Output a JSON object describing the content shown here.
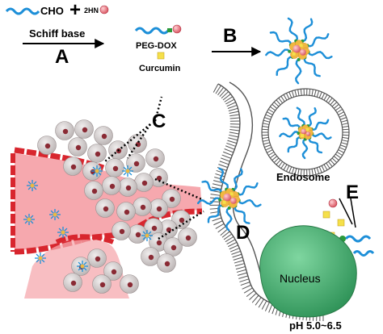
{
  "reaction": {
    "cho_label": "CHO",
    "plus": "+",
    "amine_label": "2HN",
    "schiff_base": "Schiff base",
    "step_a": "A",
    "peg_dox": "PEG-DOX",
    "curcumin": "Curcumin",
    "step_b": "B"
  },
  "labels": {
    "c": "C",
    "d": "D",
    "e": "E",
    "endosome": "Endosome",
    "nucleus": "Nucleus",
    "ph": "pH 5.0~6.5"
  },
  "colors": {
    "peg_chain": "#1d8fd8",
    "dox": "#e8707a",
    "curcumin": "#f5e04a",
    "core": "#f0b840",
    "nucleus": "#3faa6a",
    "vessel": "#f6a8ae",
    "vessel_wall": "#d8262e",
    "cell": "#d9d4d4",
    "membrane": "#555555"
  },
  "icons": [
    "micelle-icon",
    "cell-icon",
    "peg-chain-icon",
    "dox-icon",
    "curcumin-icon"
  ]
}
